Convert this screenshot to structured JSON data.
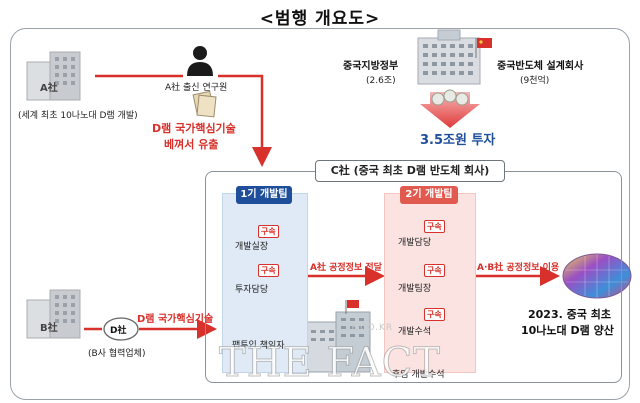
{
  "title": "<범행 개요도>",
  "company_a": {
    "name": "A社",
    "caption": "(세계 최초 10나노대 D램 개발)"
  },
  "company_b": {
    "name": "B社",
    "caption": "(B사 협력업체)"
  },
  "company_d": {
    "name": "D社"
  },
  "researcher_label": "A社 출신 연구원",
  "leak_text": [
    "D램 국가핵심기술",
    "베껴서 유출"
  ],
  "gov": {
    "name": "중국지방정부",
    "amount": "(2.6조)"
  },
  "design": {
    "name": "중국반도체 설계회사",
    "amount": "(9천억)"
  },
  "investment": "3.5조원 투자",
  "company_c_title": "C社 (중국 최초 D램 반도체 회사)",
  "team1": {
    "label": "1기 개발팀",
    "members": [
      "개발실장",
      "투자담당",
      "팹투입 책임자"
    ]
  },
  "team2": {
    "label": "2기 개발팀",
    "members": [
      "개발담당",
      "개발팀장",
      "개발수석",
      "후임 개발수석"
    ]
  },
  "arrest_badge": "구속",
  "arrow_ac_label": "A社 공정정보 전달",
  "arrow_ab_label": "A·B社 공정정보 이용",
  "b_tech_label": "D램 국가핵심기술",
  "result": [
    "2023. 중국 최초",
    "10나노대 D램 양산"
  ],
  "watermark": "THE FACT",
  "watermark_small": "TF.CO.KR",
  "colors": {
    "red": "#d8302a",
    "team1": "#1f4e9b",
    "team2": "#e05a4f",
    "frame": "#9aa3aa"
  }
}
